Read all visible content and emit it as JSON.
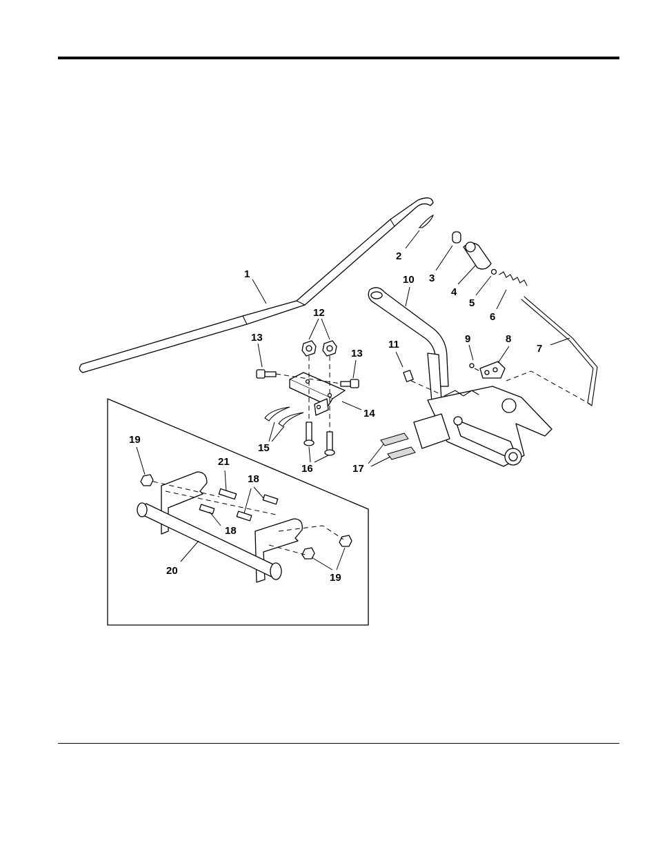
{
  "labels": {
    "l1": "1",
    "l2": "2",
    "l3": "3",
    "l4": "4",
    "l5": "5",
    "l6": "6",
    "l7": "7",
    "l8": "8",
    "l9": "9",
    "l10": "10",
    "l11": "11",
    "l12": "12",
    "l13a": "13",
    "l13b": "13",
    "l14": "14",
    "l15": "15",
    "l16": "16",
    "l17": "17",
    "l18a": "18",
    "l18b": "18",
    "l19a": "19",
    "l19b": "19",
    "l20": "20",
    "l21": "21"
  }
}
